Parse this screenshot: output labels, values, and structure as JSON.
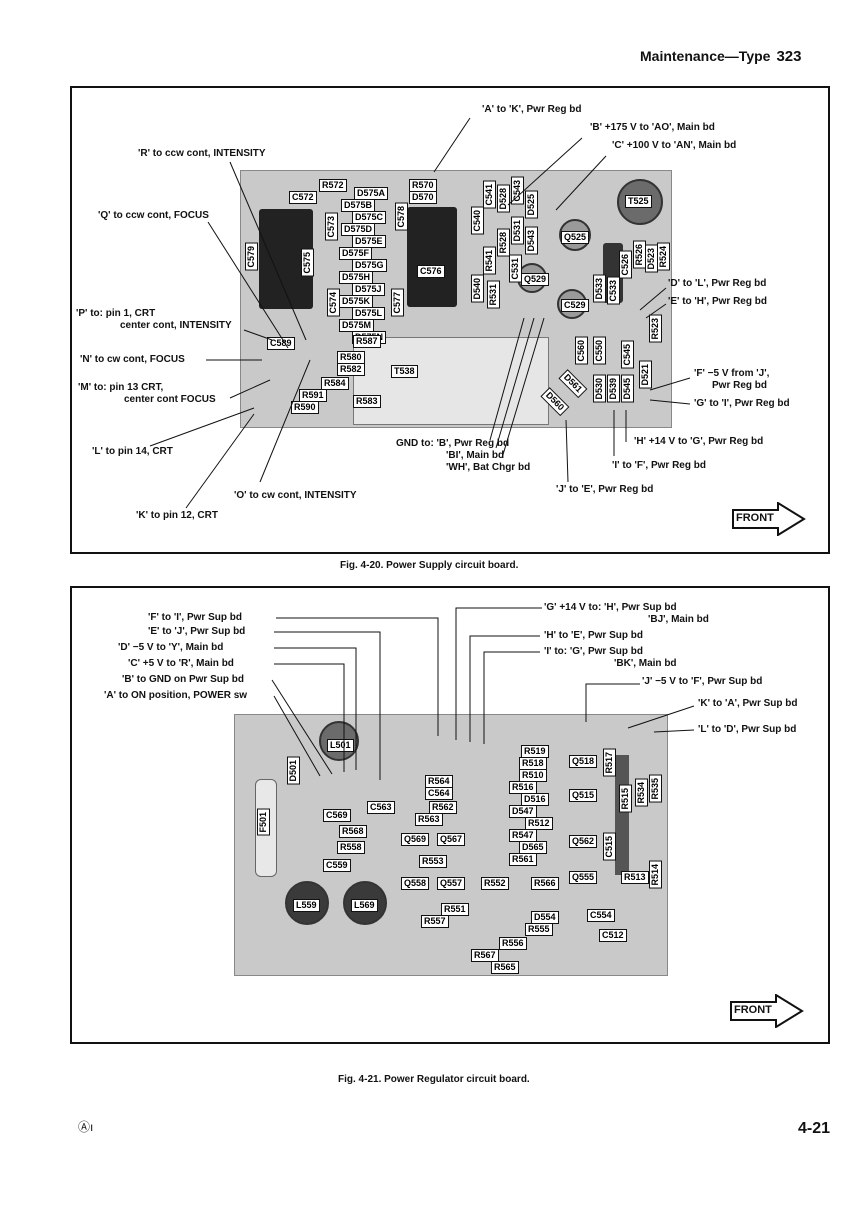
{
  "header": {
    "title": "Maintenance—Type",
    "page": "323"
  },
  "fig1": {
    "caption": "Fig. 4-20. Power Supply circuit board.",
    "labels": {
      "a": "'A' to 'K', Pwr Reg bd",
      "b": "'B' +175 V to 'AO', Main bd",
      "c": "'C' +100 V to 'AN', Main bd",
      "r": "'R' to ccw cont, INTENSITY",
      "q": "'Q' to ccw cont, FOCUS",
      "p1": "'P' to: pin 1, CRT",
      "p2": "center cont, INTENSITY",
      "n": "'N' to cw cont, FOCUS",
      "m1": "'M' to: pin 13 CRT,",
      "m2": "center cont FOCUS",
      "l": "'L' to pin 14, CRT",
      "o": "'O' to cw cont, INTENSITY",
      "k": "'K' to pin 12, CRT",
      "gnd1": "GND to: 'B', Pwr Reg bd",
      "gnd2": "'BI', Main bd",
      "gnd3": "'WH', Bat Chgr bd",
      "j": "'J' to 'E', Pwr Reg bd",
      "d": "'D' to 'L', Pwr Reg bd",
      "e": "'E' to 'H', Pwr Reg bd",
      "f1": "'F' −5 V from 'J',",
      "f2": "Pwr Reg bd",
      "g": "'G' to 'I', Pwr Reg bd",
      "h": "'H' +14 V to 'G', Pwr Reg bd",
      "i": "'I' to 'F', Pwr Reg bd"
    },
    "front": "FRONT",
    "components": [
      "R572",
      "C572",
      "D575A",
      "D575B",
      "D575C",
      "D575D",
      "D575E",
      "D575F",
      "D575G",
      "D575H",
      "D575J",
      "D575K",
      "D575L",
      "D575M",
      "D575N",
      "C573",
      "C578",
      "C575",
      "C579",
      "C574",
      "C577",
      "C576",
      "R570",
      "D570",
      "C589",
      "R587",
      "R580",
      "R582",
      "R584",
      "R591",
      "R590",
      "R583",
      "T538",
      "C540",
      "C541",
      "D528",
      "C543",
      "D525",
      "R541",
      "R528",
      "D531",
      "D543",
      "Q525",
      "T525",
      "C531",
      "Q529",
      "R531",
      "D540",
      "C529",
      "D533",
      "C533",
      "C526",
      "R526",
      "D523",
      "R524",
      "C560",
      "C550",
      "C545",
      "R523",
      "D561",
      "D560",
      "D530",
      "D539",
      "D545",
      "D521"
    ]
  },
  "fig2": {
    "caption": "Fig. 4-21. Power Regulator circuit board.",
    "labels": {
      "f": "'F' to 'I', Pwr Sup bd",
      "e": "'E' to 'J', Pwr Sup bd",
      "d": "'D' −5 V to 'Y', Main bd",
      "c": "'C' +5 V to 'R', Main bd",
      "b": "'B' to GND on Pwr Sup bd",
      "a": "'A' to ON position, POWER sw",
      "g1": "'G' +14 V to: 'H', Pwr Sup bd",
      "g2": "'BJ', Main bd",
      "h": "'H' to 'E', Pwr Sup bd",
      "i1": "'I' to: 'G', Pwr Sup bd",
      "i2": "'BK', Main bd",
      "j": "'J' −5 V to 'F', Pwr Sup bd",
      "k": "'K' to 'A', Pwr Sup bd",
      "l": "'L' to 'D', Pwr Sup bd"
    },
    "front": "FRONT",
    "components": [
      "L501",
      "D501",
      "F501",
      "C569",
      "C563",
      "R568",
      "R558",
      "C559",
      "L559",
      "L569",
      "R564",
      "C564",
      "R562",
      "R563",
      "Q569",
      "Q567",
      "R553",
      "Q558",
      "Q557",
      "R551",
      "R557",
      "R519",
      "R518",
      "R510",
      "R516",
      "D516",
      "D547",
      "R512",
      "R547",
      "D565",
      "R561",
      "R552",
      "R566",
      "D554",
      "R555",
      "R556",
      "R567",
      "R565",
      "Q518",
      "Q515",
      "Q562",
      "Q555",
      "R517",
      "C515",
      "R515",
      "R534",
      "R535",
      "R513",
      "R514",
      "C554",
      "C512"
    ]
  },
  "footer": {
    "left": "Ⓐı",
    "right": "4-21"
  }
}
